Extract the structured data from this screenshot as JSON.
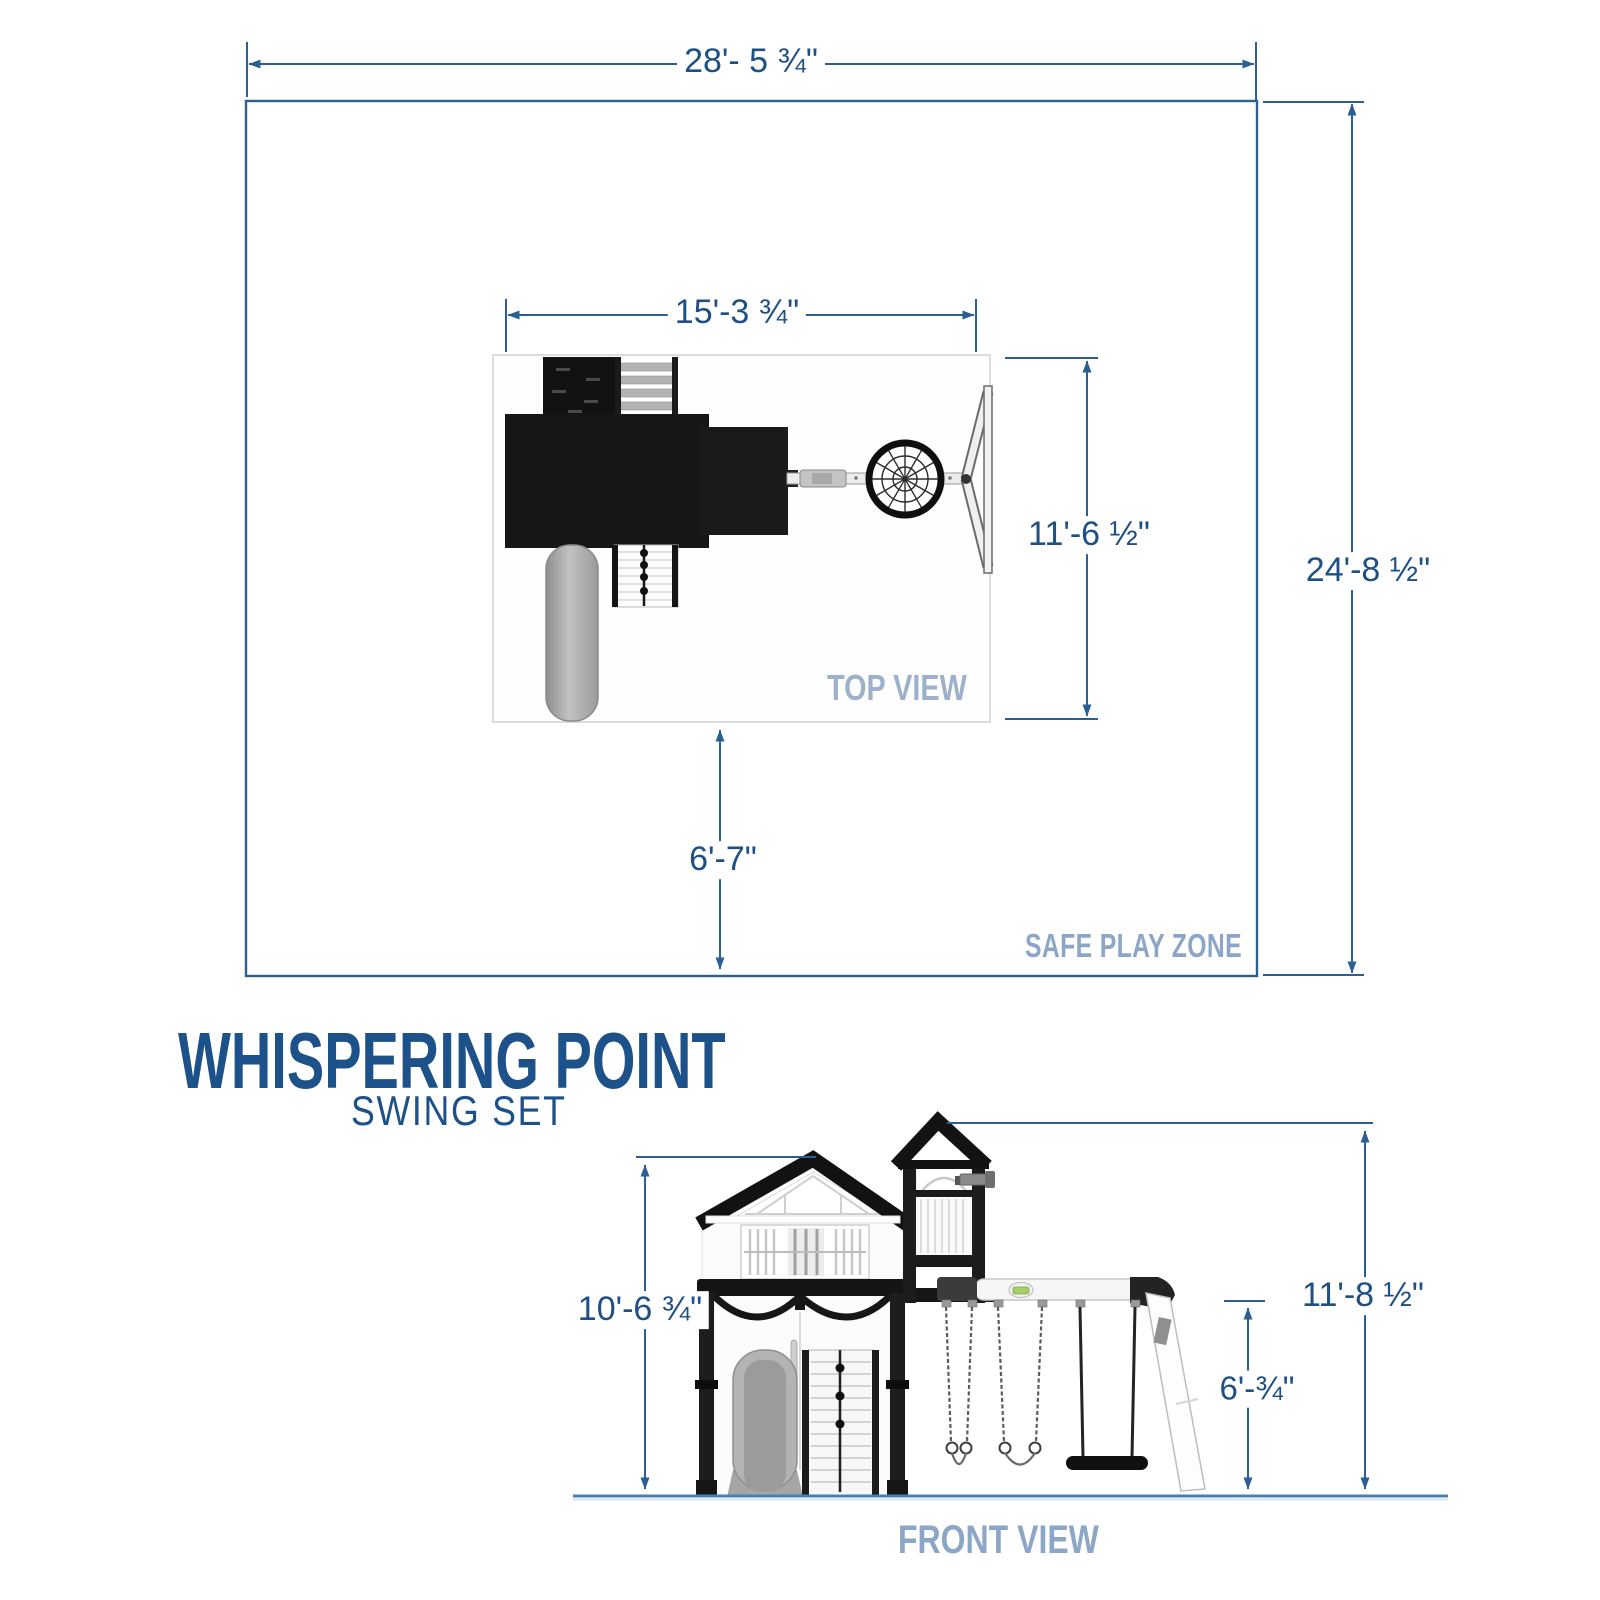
{
  "header": {
    "title": "WHISPERING POINT",
    "subtitle": "SWING SET"
  },
  "views": {
    "top_view_label": "TOP VIEW",
    "front_view_label": "FRONT VIEW",
    "safe_play_zone_label": "SAFE PLAY ZONE"
  },
  "dimensions": {
    "zone_width": "28'- 5 ¾\"",
    "zone_depth": "24'-8 ½\"",
    "structure_width": "15'-3 ¾\"",
    "structure_depth": "11'-6 ½\"",
    "zone_front_offset": "6'-7\"",
    "house_height": "10'-6 ¾\"",
    "overall_height": "11'-8 ½\"",
    "beam_height": "6'-¾\""
  },
  "colors": {
    "dimension_line": "#2b5f93",
    "dimension_text": "#1e4f85",
    "title_text": "#1d5189",
    "muted_label": "#8ba6c6",
    "structure_dark": "#161616",
    "ground_line": "#4b80b4",
    "badge_green": "#a5ce6b"
  }
}
